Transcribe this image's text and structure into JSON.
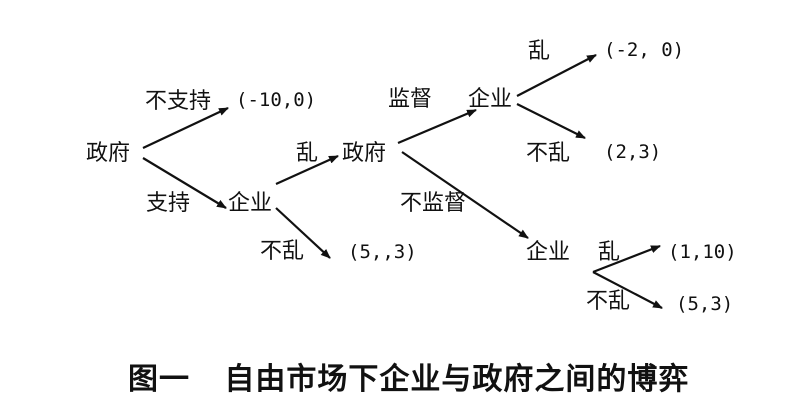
{
  "nodes": {
    "gov_root": "政府",
    "ent_1": "企业",
    "gov_2": "政府",
    "ent_2": "企业",
    "ent_3": "企业"
  },
  "actions": {
    "not_support": "不支持",
    "support": "支持",
    "chaos_1": "乱",
    "no_chaos_1": "不乱",
    "supervise": "监督",
    "not_supervise": "不监督",
    "chaos_2": "乱",
    "no_chaos_2": "不乱",
    "chaos_3": "乱",
    "no_chaos_3": "不乱"
  },
  "payoffs": {
    "p_not_support": "(-10,0)",
    "p_no_chaos_1": "(5,,3)",
    "p_chaos_2": "(-2, 0)",
    "p_no_chaos_2": "(2,3)",
    "p_chaos_3": "(1,10)",
    "p_no_chaos_3": "(5,3)"
  },
  "caption": "图一   自由市场下企业与政府之间的博弈"
}
